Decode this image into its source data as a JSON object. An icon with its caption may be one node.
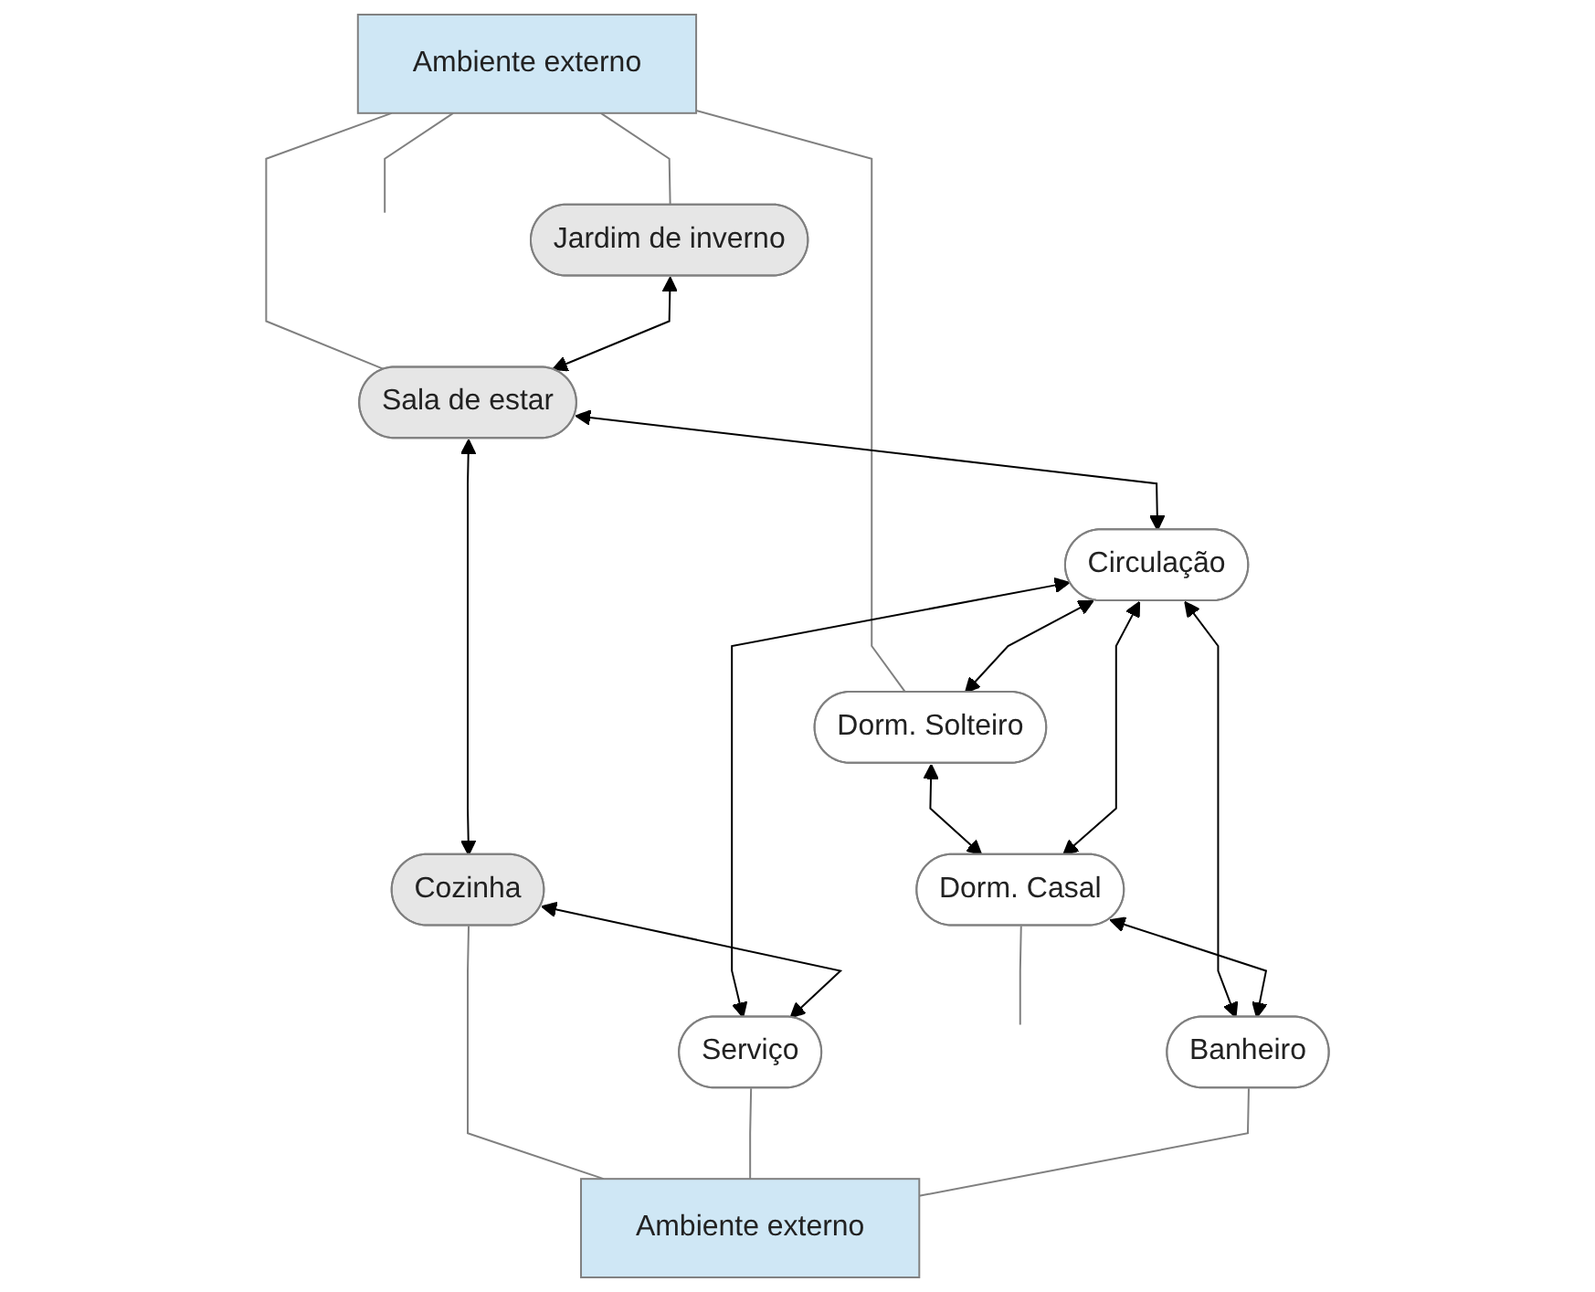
{
  "diagram": {
    "nodes": [
      {
        "text": [
          "Ambiente externo"
        ]
      },
      {
        "text": [
          "Jardim de inverno"
        ]
      },
      {
        "text": [
          "Dorm. Solteiro"
        ]
      },
      {
        "text": [
          "Sala de estar"
        ]
      },
      {
        "text": [
          "Circulação"
        ]
      },
      {
        "text": [
          "Dorm. Casal"
        ]
      },
      {
        "text": [
          "Cozinha"
        ]
      },
      {
        "text": [
          "Serviço"
        ]
      },
      {
        "text": [
          "Banheiro"
        ]
      },
      {
        "text": [
          "Ambiente externo"
        ]
      }
    ],
    "edges": [
      {
        "from": 0,
        "to": 1,
        "arrow": "none",
        "color": "#808080"
      },
      {
        "from": 0,
        "to": 3,
        "arrow": "none",
        "color": "#808080"
      },
      {
        "from": 0,
        "to": 2,
        "arrow": "none",
        "color": "#808080"
      },
      {
        "from": 0,
        "to": null,
        "arrow": "none",
        "color": "#808080"
      },
      {
        "from": 1,
        "to": 3,
        "arrow": "both"
      },
      {
        "from": 4,
        "to": 2,
        "arrow": "both"
      },
      {
        "from": 2,
        "to": 5,
        "arrow": "both"
      },
      {
        "from": 3,
        "to": 4,
        "arrow": "both"
      },
      {
        "from": 4,
        "to": 5,
        "arrow": "both"
      },
      {
        "from": 5,
        "to": null,
        "arrow": "none",
        "color": "#808080"
      },
      {
        "from": 3,
        "to": 6,
        "arrow": "both"
      },
      {
        "from": 4,
        "to": 7,
        "arrow": "both"
      },
      {
        "from": 4,
        "to": 8,
        "arrow": "both"
      },
      {
        "from": 5,
        "to": 8,
        "arrow": "both"
      },
      {
        "from": 6,
        "to": 7,
        "arrow": "both"
      },
      {
        "from": 6,
        "to": 9,
        "arrow": "none",
        "color": "#808080"
      },
      {
        "from": 7,
        "to": 9,
        "arrow": "none",
        "color": "#808080"
      },
      {
        "from": 8,
        "to": 9,
        "arrow": "none",
        "color": "#808080"
      }
    ]
  }
}
